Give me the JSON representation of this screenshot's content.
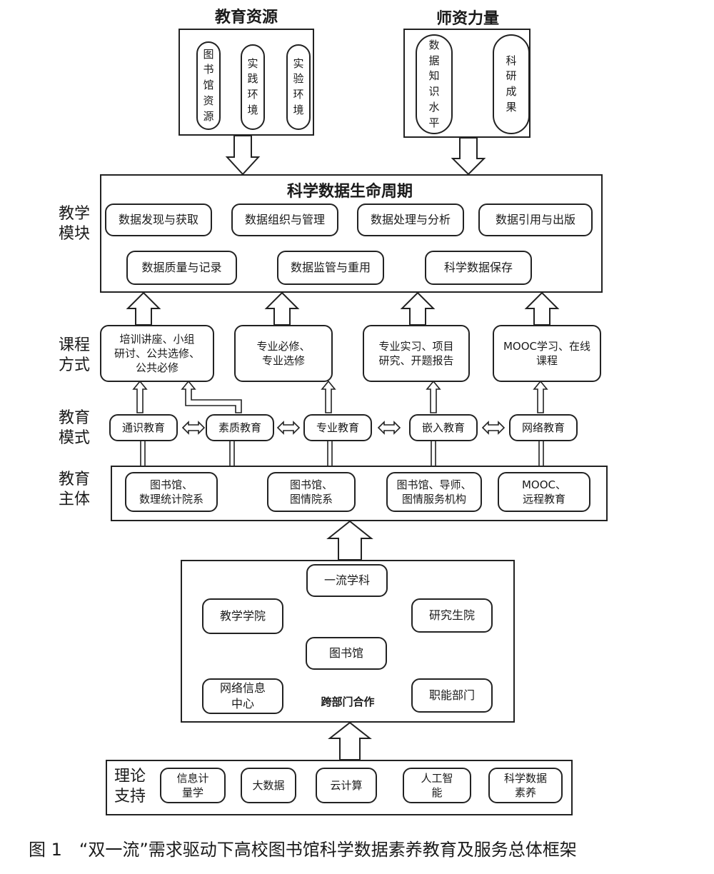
{
  "resources": {
    "title": "教育资源",
    "items": [
      "图\n书\n馆\n资\n源",
      "实\n践\n环\n境",
      "实\n验\n环\n境"
    ]
  },
  "teachers": {
    "title": "师资力量",
    "items": [
      "数\n据\n知\n识\n水\n平",
      "科\n研\n成\n果"
    ]
  },
  "lifecycle": {
    "title": "科学数据生命周期",
    "row1": [
      "数据发现与获取",
      "数据组织与管理",
      "数据处理与分析",
      "数据引用与出版"
    ],
    "row2": [
      "数据质量与记录",
      "数据监管与重用",
      "科学数据保存"
    ]
  },
  "labels": {
    "teaching_module": "教学\n模块",
    "course_method": "课程\n方式",
    "edu_mode": "教育\n模式",
    "edu_subject": "教育\n主体"
  },
  "courses": [
    "培训讲座、小组\n研讨、公共选修、\n公共必修",
    "专业必修、\n专业选修",
    "专业实习、项目\n研究、开题报告",
    "MOOC学习、在线\n课程"
  ],
  "modes": [
    "通识教育",
    "素质教育",
    "专业教育",
    "嵌入教育",
    "网络教育"
  ],
  "subjects": [
    "图书馆、\n数理统计院系",
    "图书馆、\n图情院系",
    "图书馆、导师、\n图情服务机构",
    "MOOC、\n远程教育"
  ],
  "cooperation": {
    "label": "跨部门合作",
    "center": "图书馆",
    "top": "一流学科",
    "left_top": "教学学院",
    "left_bottom": "网络信息\n中心",
    "right_top": "研究生院",
    "right_bottom": "职能部门"
  },
  "theory": {
    "label": "理论\n支持",
    "items": [
      "信息计\n量学",
      "大数据",
      "云计算",
      "人工智\n能",
      "科学数据\n素养"
    ]
  },
  "caption": "图 1　“双一流”需求驱动下高校图书馆科学数据素养教育及服务总体框架"
}
